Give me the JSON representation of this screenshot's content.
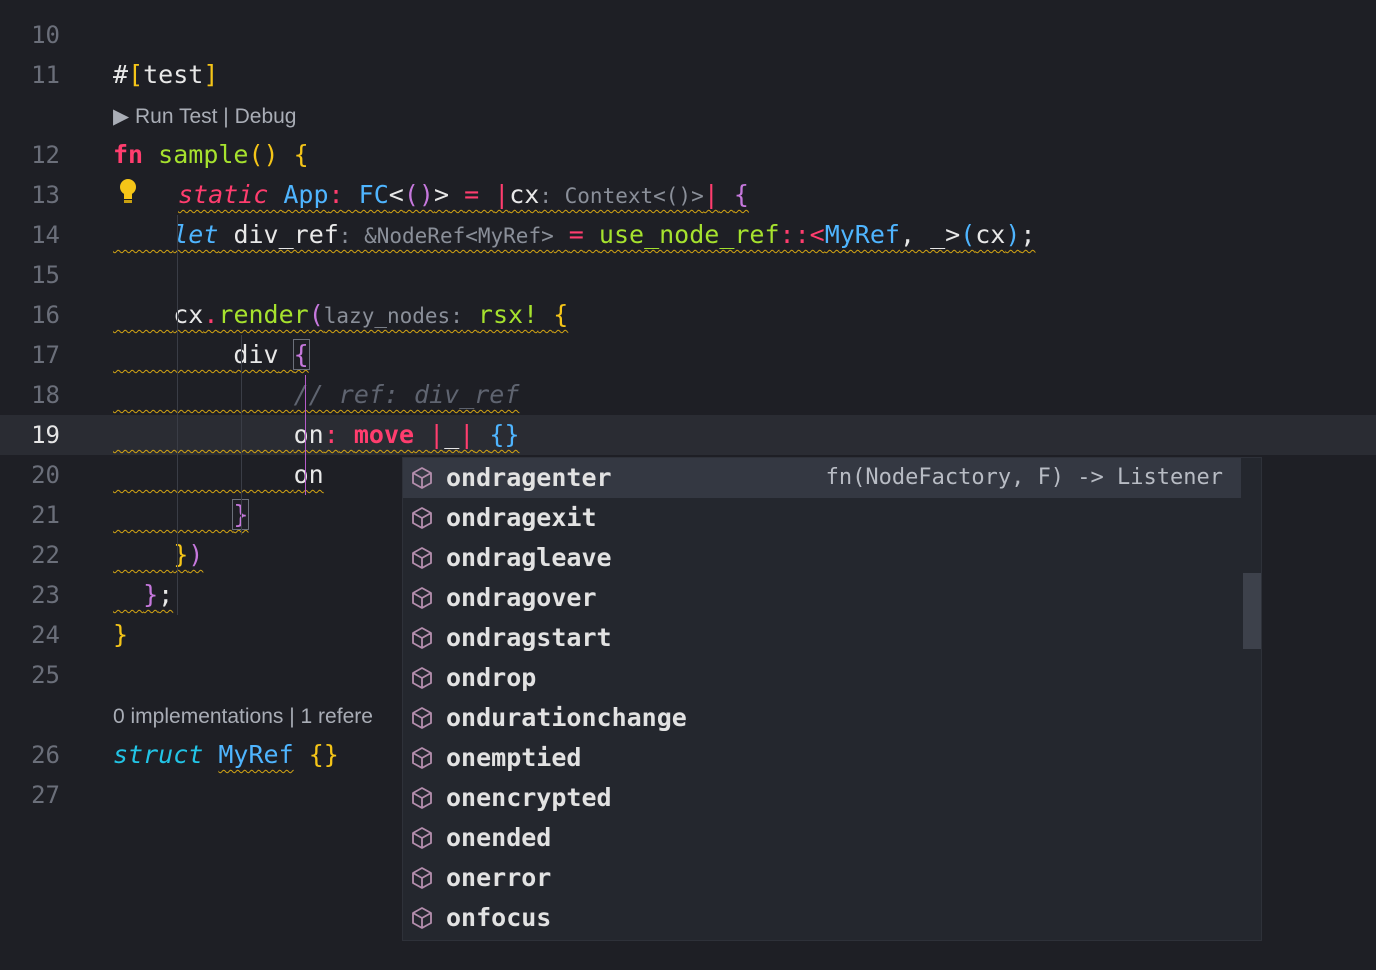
{
  "editor": {
    "lines": [
      {
        "num": "10"
      },
      {
        "num": "11",
        "tokens": {
          "hash": "#",
          "ob": "[",
          "attr": "test",
          "cb": "]"
        }
      },
      {
        "num": "12",
        "tokens": {
          "fn": "fn",
          "name": "sample",
          "parens": "()",
          "brace": "{"
        }
      },
      {
        "num": "13",
        "tokens": {
          "static": "static",
          "app": "App",
          "colon": ":",
          "fc": "FC",
          "lt": "<",
          "unit": "()",
          "gt": ">",
          "eq": "=",
          "bar1": "|",
          "cx": "cx",
          "hint": ": Context<()>",
          "bar2": "|",
          "brace": "{"
        }
      },
      {
        "num": "14",
        "tokens": {
          "let": "let",
          "var": "div_ref",
          "hint": ": &NodeRef<MyRef>",
          "eq": "=",
          "call": "use_node_ref",
          "sep": "::<",
          "type": "MyRef",
          "rest": ", _>",
          "op": "(",
          "cx": "cx",
          "cp": ")",
          "semi": ";"
        }
      },
      {
        "num": "15"
      },
      {
        "num": "16",
        "tokens": {
          "cx": "cx",
          "dot": ".",
          "render": "render",
          "op": "(",
          "hint": "lazy_nodes:",
          "macro": "rsx!",
          "brace": "{"
        }
      },
      {
        "num": "17",
        "tokens": {
          "div": "div",
          "brace": "{"
        }
      },
      {
        "num": "18",
        "tokens": {
          "comment": "// ref: div_ref"
        }
      },
      {
        "num": "19",
        "tokens": {
          "on": "on",
          "colon": ":",
          "move": "move",
          "bar1": "|",
          "under": "_",
          "bar2": "|",
          "braces": "{}"
        }
      },
      {
        "num": "20",
        "tokens": {
          "on": "on"
        }
      },
      {
        "num": "21",
        "tokens": {
          "brace": "}"
        }
      },
      {
        "num": "22",
        "tokens": {
          "brace": "}",
          "paren": ")"
        }
      },
      {
        "num": "23",
        "tokens": {
          "brace": "}",
          "semi": ";"
        }
      },
      {
        "num": "24",
        "tokens": {
          "brace": "}"
        }
      },
      {
        "num": "25"
      },
      {
        "num": "26",
        "tokens": {
          "struct": "struct",
          "name": "MyRef",
          "braces": "{}"
        }
      },
      {
        "num": "27"
      }
    ],
    "codelens_test": "▶ Run Test | Debug",
    "codelens_refs": "0 implementations | 1 refere",
    "current_line": "19"
  },
  "completion": {
    "items": [
      {
        "label": "ondragenter",
        "detail": "fn(NodeFactory, F) -> Listener",
        "selected": true
      },
      {
        "label": "ondragexit"
      },
      {
        "label": "ondragleave"
      },
      {
        "label": "ondragover"
      },
      {
        "label": "ondragstart"
      },
      {
        "label": "ondrop"
      },
      {
        "label": "ondurationchange"
      },
      {
        "label": "onemptied"
      },
      {
        "label": "onencrypted"
      },
      {
        "label": "onended"
      },
      {
        "label": "onerror"
      },
      {
        "label": "onfocus"
      }
    ],
    "icon": "cube-icon"
  },
  "colors": {
    "background": "#1e1f25",
    "keyword": "#ff3d6e",
    "function": "#a6e22e",
    "type": "#4fb5ff",
    "warning_squiggle": "#d4a514",
    "popup_bg": "#24272e"
  }
}
